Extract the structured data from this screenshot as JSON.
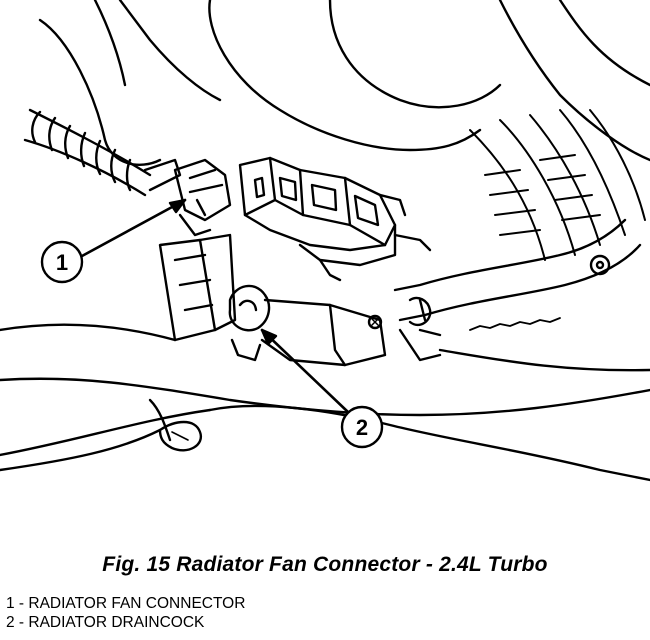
{
  "figure": {
    "caption": "Fig. 15 Radiator Fan Connector - 2.4L Turbo"
  },
  "callouts": [
    {
      "number": "1",
      "label": "RADIATOR FAN CONNECTOR"
    },
    {
      "number": "2",
      "label": "RADIATOR DRAINCOCK"
    }
  ],
  "legend": [
    "1 - RADIATOR FAN CONNECTOR",
    "2 - RADIATOR DRAINCOCK"
  ]
}
